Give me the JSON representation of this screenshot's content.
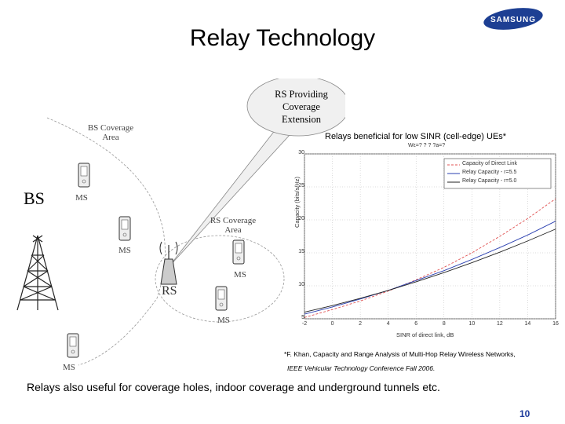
{
  "slide": {
    "title": "Relay Technology",
    "logo_text": "SAMSUNG",
    "page_number": "10",
    "bottom_text": "Relays also useful for coverage holes, indoor coverage and underground tunnels etc."
  },
  "diagram": {
    "callout_lines": [
      "RS Providing",
      "Coverage",
      "Extension"
    ],
    "bs_label": "BS",
    "bs_coverage_lines": [
      "BS Coverage",
      "Area"
    ],
    "rs_coverage_lines": [
      "RS Coverage",
      "Area"
    ],
    "rs_label": "RS",
    "ms_label": "MS"
  },
  "note": "Relays beneficial for low SINR (cell-edge) UEs*",
  "citation": {
    "line1": "*F. Khan, Capacity and Range Analysis of Multi-Hop Relay Wireless Networks,",
    "line2": "IEEE Vehicular Technology Conference Fall 2006."
  },
  "colors": {
    "logo_blue": "#1d3f93",
    "page_number": "#1f3c9c",
    "series_red": "#e05050",
    "series_blue": "#2a3fb0",
    "series_black": "#222222"
  },
  "chart_data": {
    "type": "line",
    "title": "Wε=? ? ? ?a=?",
    "xlabel": "SINR of direct link, dB",
    "ylabel": "Capacity (bits/s/Hz)",
    "xlim": [
      -2,
      16
    ],
    "ylim": [
      5,
      30
    ],
    "x_ticks": [
      "-2",
      "0",
      "2",
      "4",
      "6",
      "8",
      "10",
      "12",
      "14",
      "16"
    ],
    "y_ticks": [
      "5",
      "10",
      "15",
      "20",
      "25",
      "30"
    ],
    "grid": true,
    "legend_position": "top-right",
    "series": [
      {
        "name": "Capacity of Direct Link",
        "color": "#e05050",
        "dash": "3,2",
        "x": [
          -2,
          0,
          2,
          4,
          6,
          8,
          10,
          12,
          14,
          16
        ],
        "y": [
          5.2,
          6.4,
          7.7,
          9.2,
          10.9,
          12.8,
          15.0,
          17.5,
          20.2,
          23.2
        ]
      },
      {
        "name": "Relay Capacity - r=5.5",
        "color": "#2a3fb0",
        "dash": "",
        "x": [
          -2,
          0,
          2,
          4,
          6,
          8,
          10,
          12,
          14,
          16
        ],
        "y": [
          5.7,
          6.8,
          8.0,
          9.3,
          10.8,
          12.3,
          14.0,
          15.8,
          17.7,
          19.8
        ]
      },
      {
        "name": "Relay Capacity - r=5.0",
        "color": "#222222",
        "dash": "",
        "x": [
          -2,
          0,
          2,
          4,
          6,
          8,
          10,
          12,
          14,
          16
        ],
        "y": [
          6.0,
          7.0,
          8.1,
          9.3,
          10.6,
          12.0,
          13.5,
          15.1,
          16.8,
          18.6
        ]
      }
    ]
  }
}
